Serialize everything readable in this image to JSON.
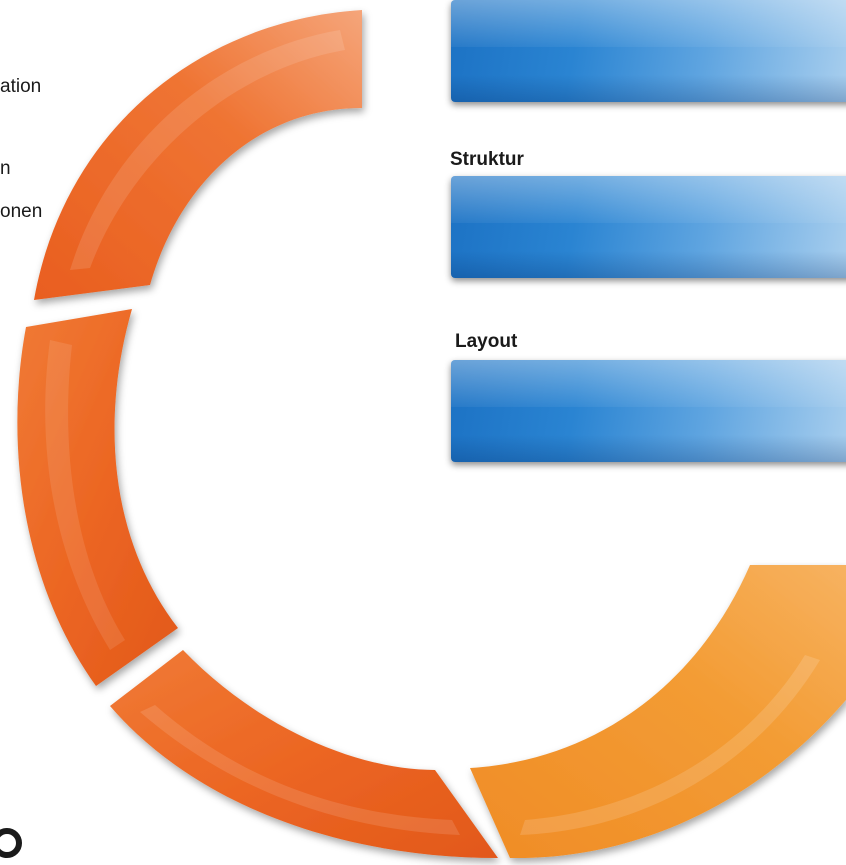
{
  "left_labels": [
    "ation",
    "n",
    "onen"
  ],
  "bars": [
    {
      "label": ""
    },
    {
      "label": "Struktur"
    },
    {
      "label": "Layout"
    }
  ],
  "colors": {
    "ring_orange": "#ec6a25",
    "ring_light_orange": "#f5a03a",
    "bar_blue": "#2a84d2"
  }
}
